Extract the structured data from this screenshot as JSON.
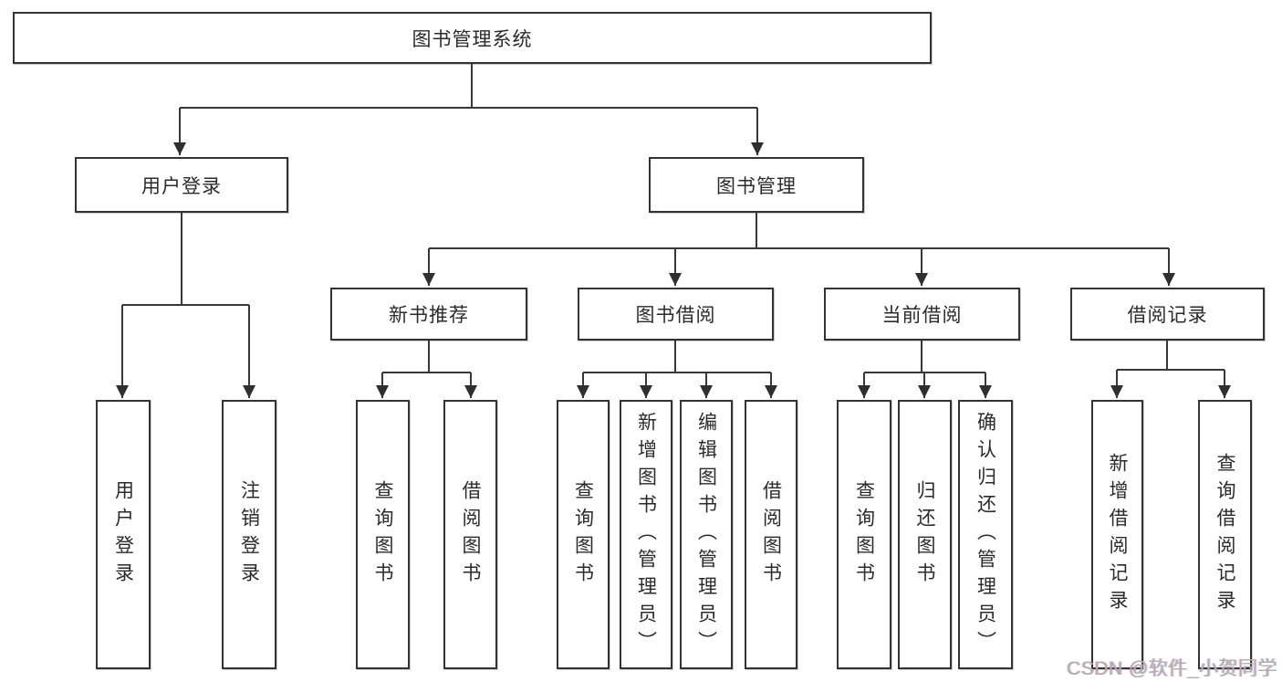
{
  "diagram": {
    "root": {
      "label": "图书管理系统"
    },
    "level2": [
      {
        "label": "用户登录"
      },
      {
        "label": "图书管理"
      }
    ],
    "level3": [
      {
        "label": "新书推荐"
      },
      {
        "label": "图书借阅"
      },
      {
        "label": "当前借阅"
      },
      {
        "label": "借阅记录"
      }
    ],
    "level4": [
      {
        "label": "用户登录"
      },
      {
        "label": "注销登录"
      },
      {
        "label": "查询图书"
      },
      {
        "label": "借阅图书"
      },
      {
        "label": "查询图书"
      },
      {
        "label": "新增图书（管理员）"
      },
      {
        "label": "编辑图书（管理员）"
      },
      {
        "label": "借阅图书"
      },
      {
        "label": "查询图书"
      },
      {
        "label": "归还图书"
      },
      {
        "label": "确认归还（管理员）"
      },
      {
        "label": "新增借阅记录"
      },
      {
        "label": "查询借阅记录"
      }
    ]
  },
  "watermark": {
    "text": "CSDN @软件_小贺同学"
  },
  "colors": {
    "line": "#383838",
    "box_border": "#333333",
    "text": "#2b2b2b",
    "watermark": "#b0b0b0",
    "background": "#ffffff"
  }
}
